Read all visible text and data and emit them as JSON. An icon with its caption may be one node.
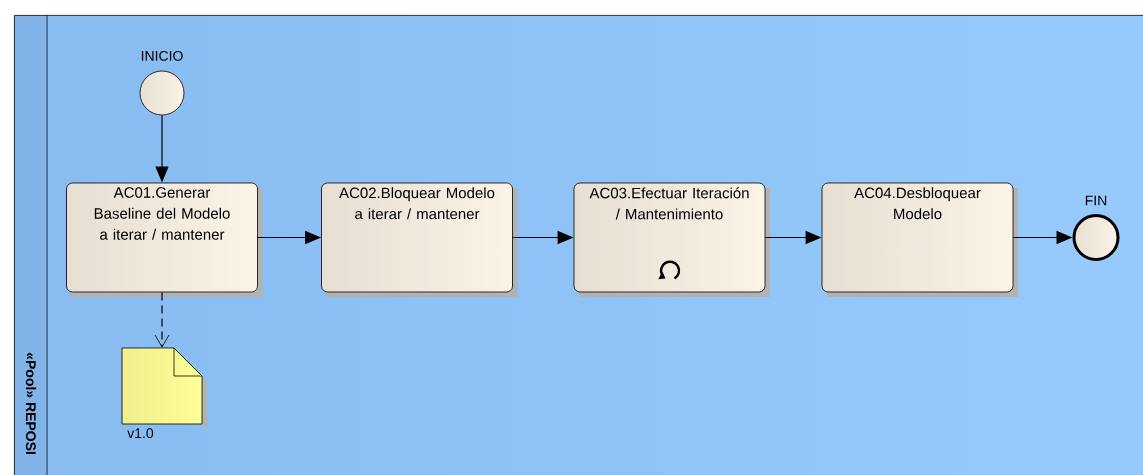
{
  "diagram": {
    "nodes": [
      {
        "text": [
          "«Pool» REPOSI"
        ]
      },
      {
        "text": [
          "INICIO"
        ],
        "in": 0
      },
      {
        "text": [
          "AC01.Generar Baseline del Modelo a iterar / mantener"
        ],
        "in": 0
      },
      {
        "text": [
          "AC02.Bloquear Modelo a iterar / mantener"
        ],
        "in": 0
      },
      {
        "text": [
          "AC03.Efectuar Iteración / Mantenimiento"
        ],
        "in": 0
      },
      {
        "text": [
          "AC04.Desbloquear Modelo"
        ],
        "in": 0
      },
      {
        "text": [
          "FIN"
        ],
        "in": 0
      },
      {
        "text": [],
        "shape": "document",
        "beside": [
          "v1.0"
        ],
        "in": 0
      }
    ],
    "edges": [
      {
        "from": 1,
        "to": 2,
        "arrow": "to"
      },
      {
        "from": 2,
        "to": 3,
        "arrow": "to"
      },
      {
        "from": 3,
        "to": 4,
        "arrow": "to"
      },
      {
        "from": 4,
        "to": 5,
        "arrow": "to"
      },
      {
        "from": 5,
        "to": 6,
        "arrow": "to"
      },
      {
        "from": 2,
        "to": 7,
        "arrow": "to",
        "style": "dashed"
      }
    ]
  }
}
